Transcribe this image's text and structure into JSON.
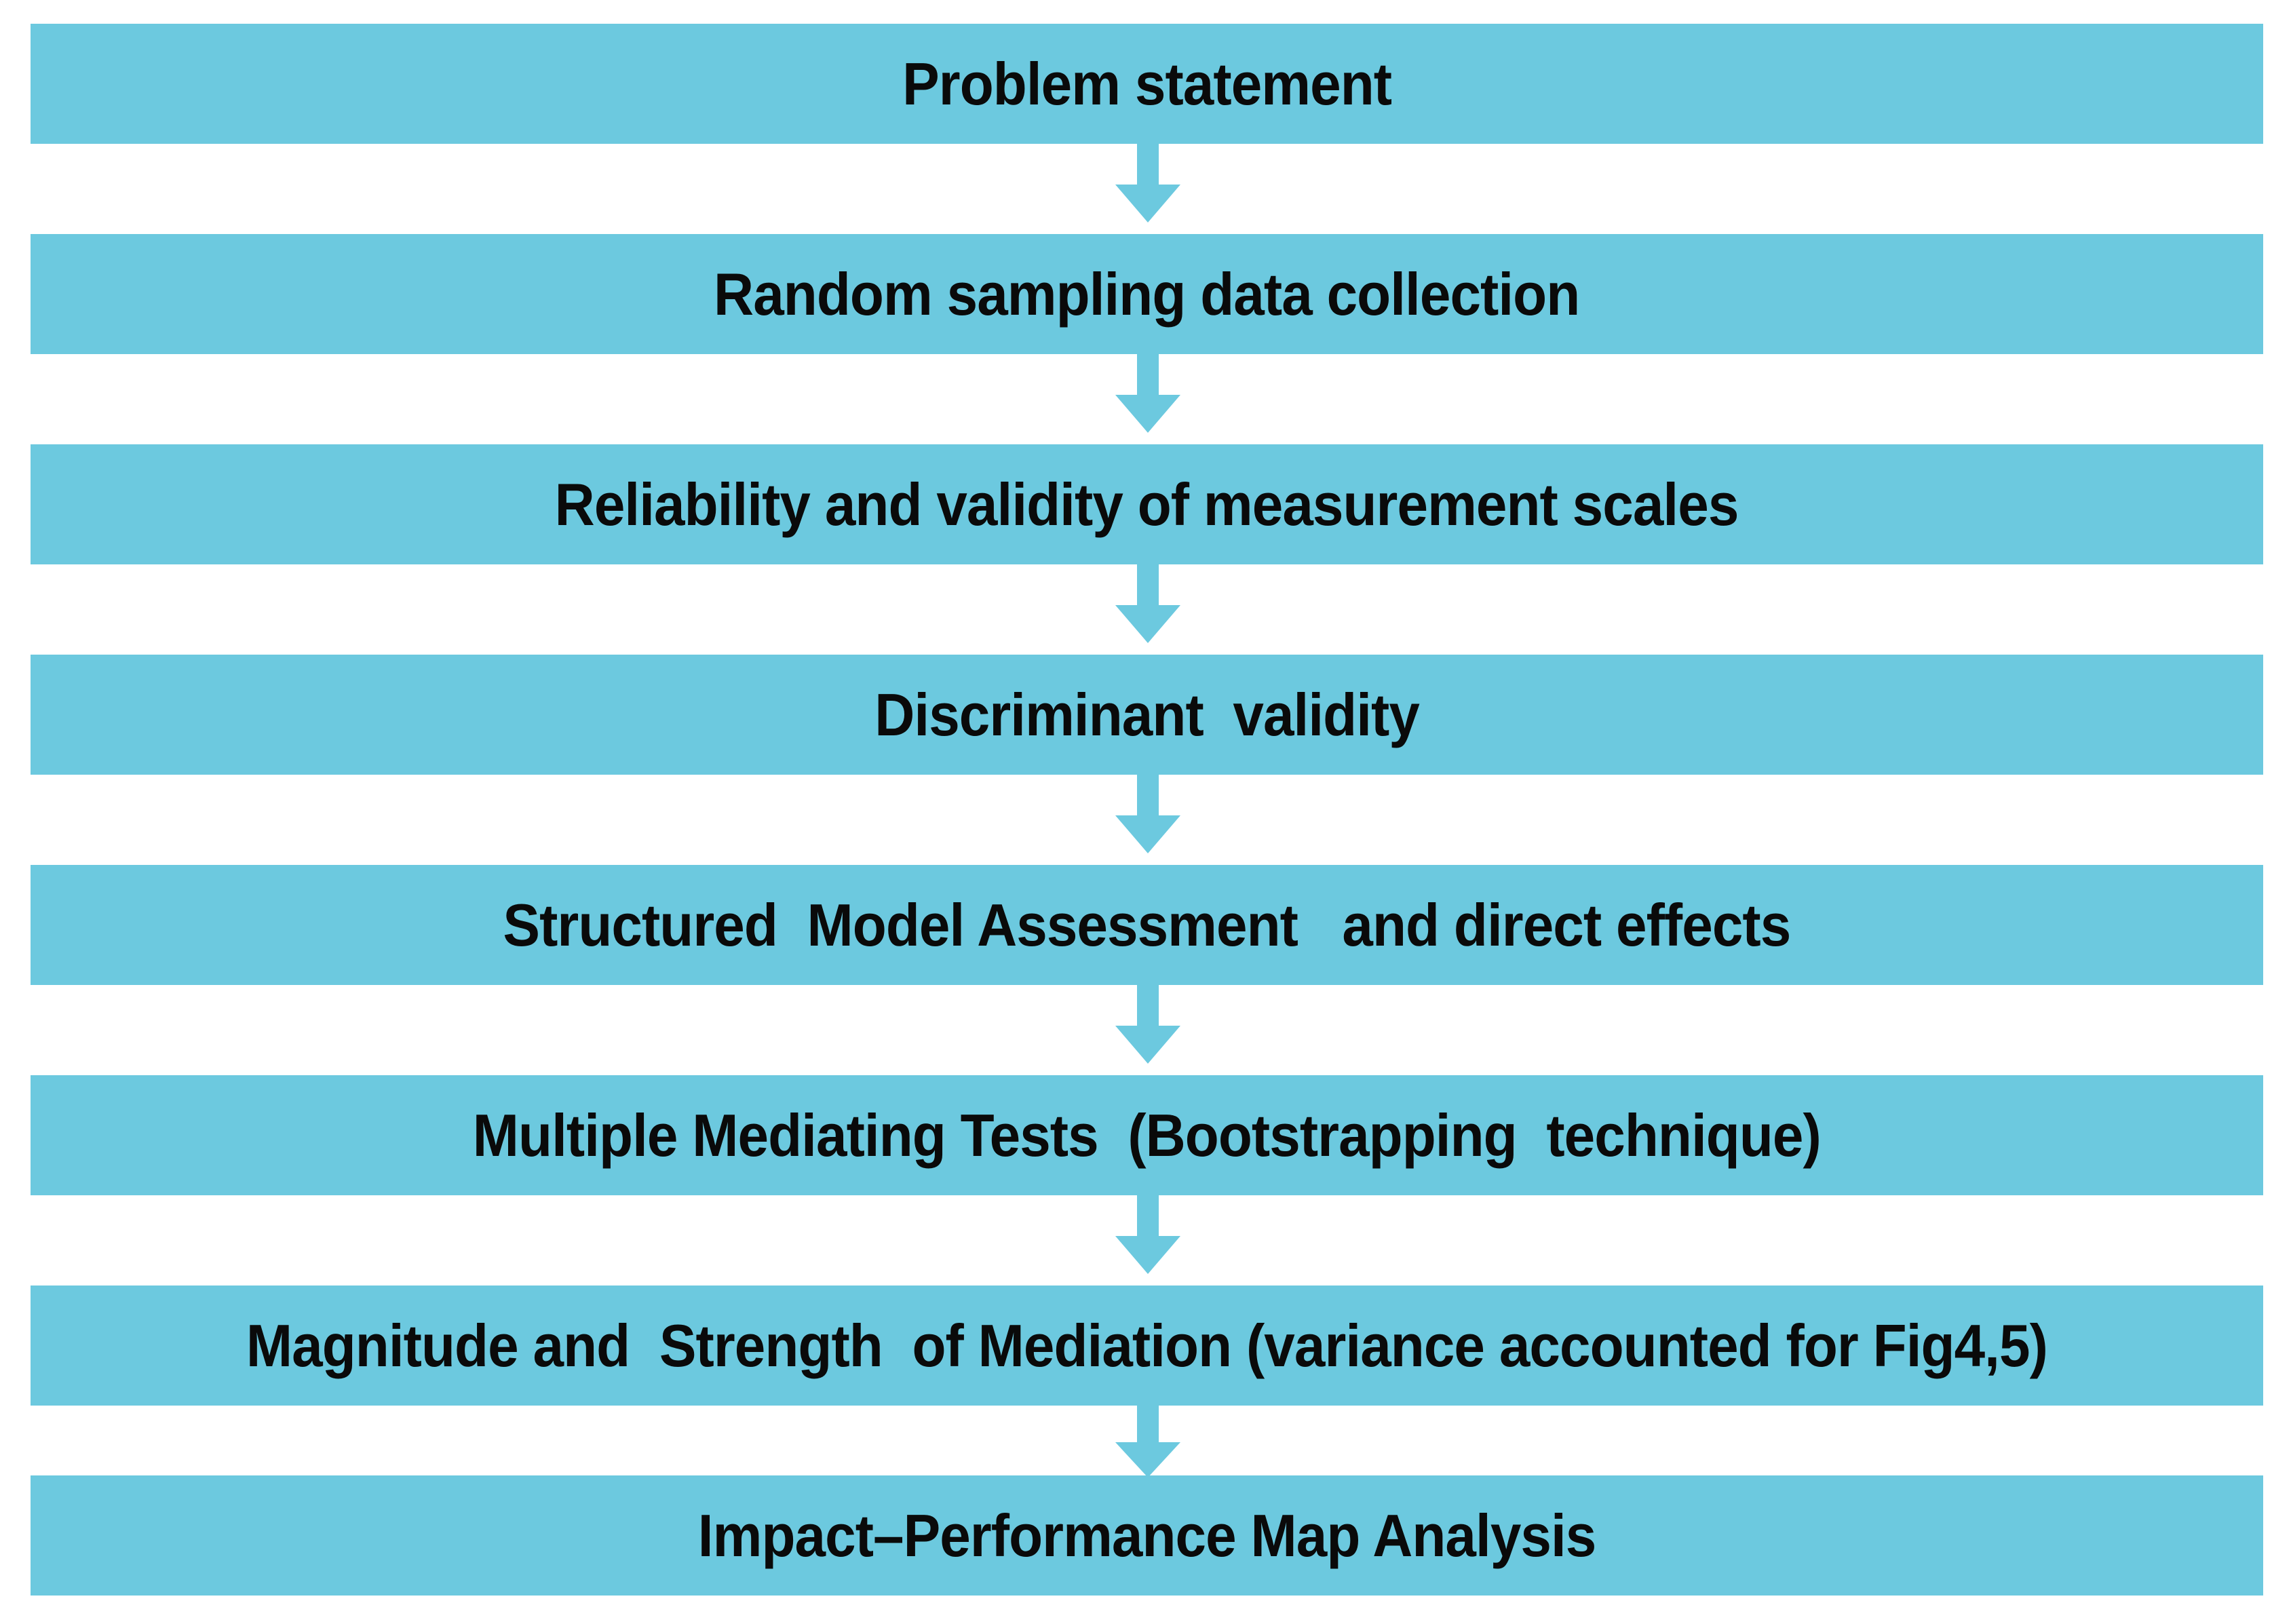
{
  "diagram": {
    "type": "vertical-flowchart",
    "background_color": "#FFFFFF",
    "box_color": "#6CC9DF",
    "arrow_color": "#6CC9DF",
    "text_color": "#000000",
    "steps": [
      {
        "id": "problem-statement",
        "label": "Problem statement"
      },
      {
        "id": "random-sampling-data-collection",
        "label": "Random sampling data collection"
      },
      {
        "id": "reliability-and-validity-of-measurement-scales",
        "label": "Reliability and validity of measurement scales"
      },
      {
        "id": "discriminant-validity",
        "label": "Discriminant  validity"
      },
      {
        "id": "structured-model-assessment-and-direct-effects",
        "label": "Structured  Model Assessment   and direct effects"
      },
      {
        "id": "multiple-mediating-tests",
        "label": "Multiple Mediating Tests  (Bootstrapping  technique)"
      },
      {
        "id": "magnitude-and-strength-of-mediation",
        "label": "Magnitude and  Strength  of Mediation (variance accounted for Fig4,5)"
      },
      {
        "id": "impact-performance-map-analysis",
        "label": "Impact–Performance Map Analysis"
      }
    ],
    "connectors": [
      {
        "id": "arrow-1",
        "from": "problem-statement",
        "to": "random-sampling-data-collection",
        "icon": "down-arrow-icon"
      },
      {
        "id": "arrow-2",
        "from": "random-sampling-data-collection",
        "to": "reliability-and-validity-of-measurement-scales",
        "icon": "down-arrow-icon"
      },
      {
        "id": "arrow-3",
        "from": "reliability-and-validity-of-measurement-scales",
        "to": "discriminant-validity",
        "icon": "down-arrow-icon"
      },
      {
        "id": "arrow-4",
        "from": "discriminant-validity",
        "to": "structured-model-assessment-and-direct-effects",
        "icon": "down-arrow-icon"
      },
      {
        "id": "arrow-5",
        "from": "structured-model-assessment-and-direct-effects",
        "to": "multiple-mediating-tests",
        "icon": "down-arrow-icon"
      },
      {
        "id": "arrow-6",
        "from": "multiple-mediating-tests",
        "to": "magnitude-and-strength-of-mediation",
        "icon": "down-arrow-icon"
      },
      {
        "id": "arrow-7",
        "from": "magnitude-and-strength-of-mediation",
        "to": "impact-performance-map-analysis",
        "icon": "down-arrow-icon"
      }
    ]
  }
}
